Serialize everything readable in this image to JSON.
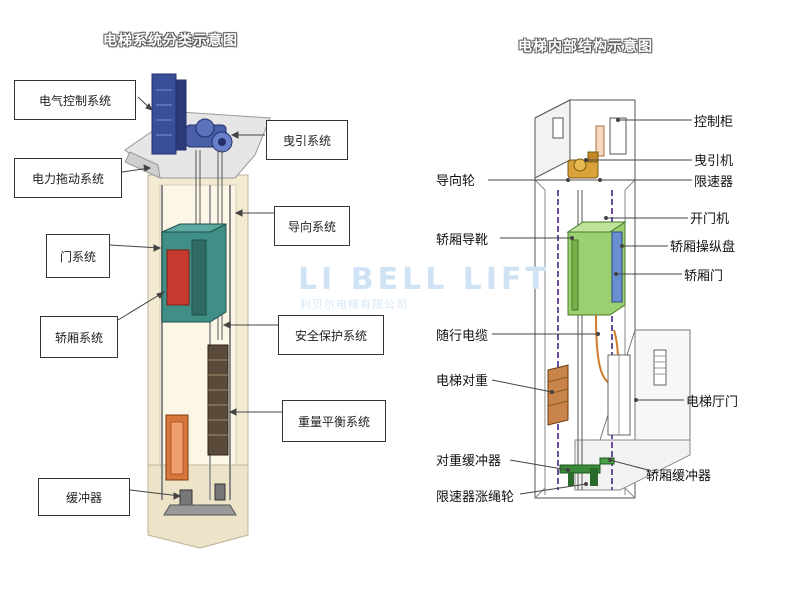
{
  "left": {
    "title": "电梯系统分类示意图",
    "labels": [
      "电气控制系统",
      "曳引系统",
      "电力拖动系统",
      "导向系统",
      "门系统",
      "轿厢系统",
      "安全保护系统",
      "重量平衡系统",
      "缓冲器"
    ]
  },
  "right": {
    "title": "电梯内部结构示意图",
    "labels_right": [
      "控制柜",
      "曳引机",
      "限速器",
      "开门机",
      "轿厢操纵盘",
      "轿厢门",
      "电梯厅门",
      "轿厢缓冲器"
    ],
    "labels_left": [
      "导向轮",
      "轿厢导靴",
      "随行电缆",
      "电梯对重",
      "对重缓冲器",
      "限速器涨绳轮"
    ]
  },
  "watermark": {
    "line1": "LI BELL LIFT",
    "line2": "利贝尔电梯有限公司"
  },
  "colors": {
    "shaft": "#f3ead2",
    "car": "#3f8f86",
    "car_dark": "#2d6b64",
    "machine": "#3a4f9a",
    "door_red": "#c63a2f",
    "counterweight": "#d8773c",
    "green_car": "#9ccf6f",
    "rope": "#555555",
    "cable": "#d07a2c"
  }
}
